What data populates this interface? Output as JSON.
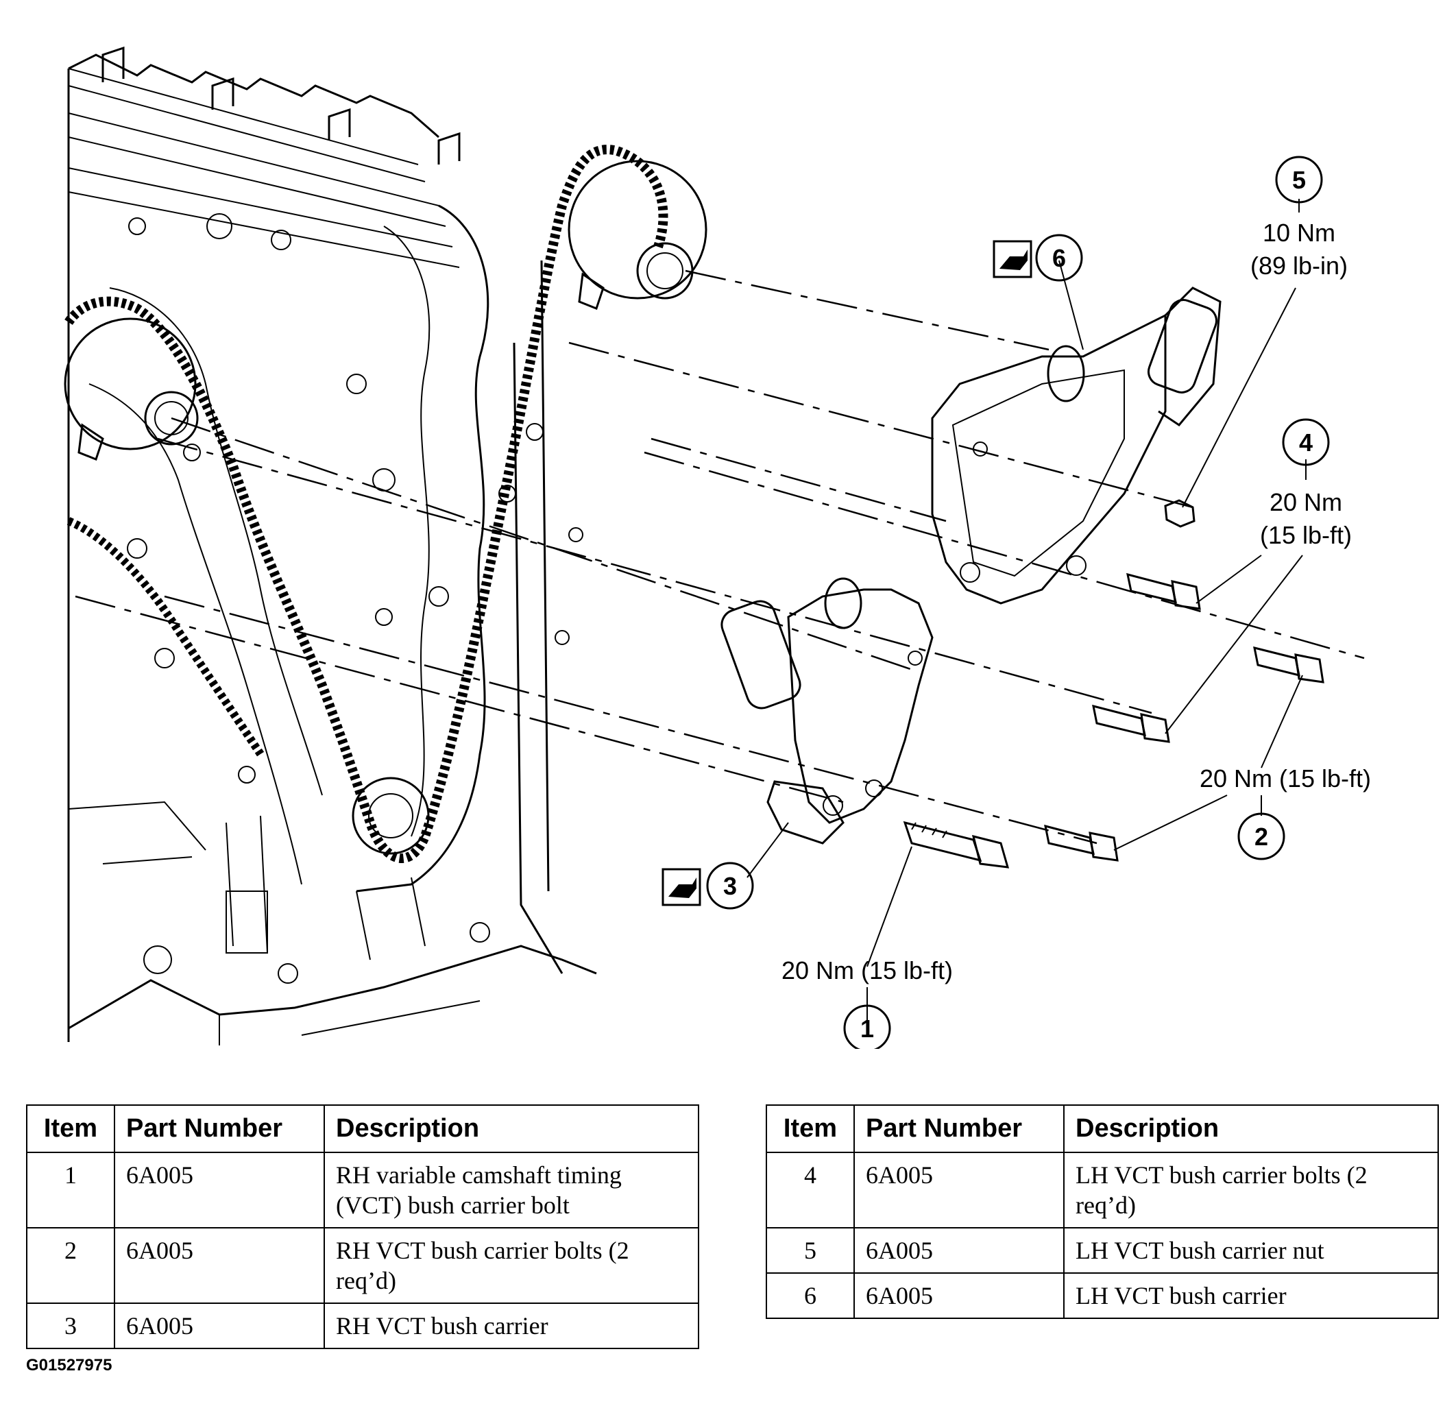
{
  "callouts": [
    {
      "number": "1",
      "torque": "20 Nm (15 lb-ft)"
    },
    {
      "number": "2",
      "torque": "20 Nm (15 lb-ft)"
    },
    {
      "number": "3",
      "torque": ""
    },
    {
      "number": "4",
      "torque_nm": "20 Nm",
      "torque_imperial": "(15 lb-ft)"
    },
    {
      "number": "5",
      "torque_nm": "10 Nm",
      "torque_imperial": "(89 lb-in)"
    },
    {
      "number": "6",
      "torque": ""
    }
  ],
  "tables": [
    {
      "headers": [
        "Item",
        "Part Number",
        "Description"
      ],
      "rows": [
        {
          "item": "1",
          "part_number": "6A005",
          "description": "RH variable camshaft timing (VCT) bush carrier bolt"
        },
        {
          "item": "2",
          "part_number": "6A005",
          "description": "RH VCT bush carrier bolts (2 req’d)"
        },
        {
          "item": "3",
          "part_number": "6A005",
          "description": "RH VCT bush carrier"
        }
      ]
    },
    {
      "headers": [
        "Item",
        "Part Number",
        "Description"
      ],
      "rows": [
        {
          "item": "4",
          "part_number": "6A005",
          "description": "LH VCT bush carrier bolts (2 req’d)"
        },
        {
          "item": "5",
          "part_number": "6A005",
          "description": "LH VCT bush carrier nut"
        },
        {
          "item": "6",
          "part_number": "6A005",
          "description": "LH VCT bush carrier"
        }
      ]
    }
  ],
  "figure_id": "G01527975",
  "icons": [
    "oil-can-icon"
  ]
}
